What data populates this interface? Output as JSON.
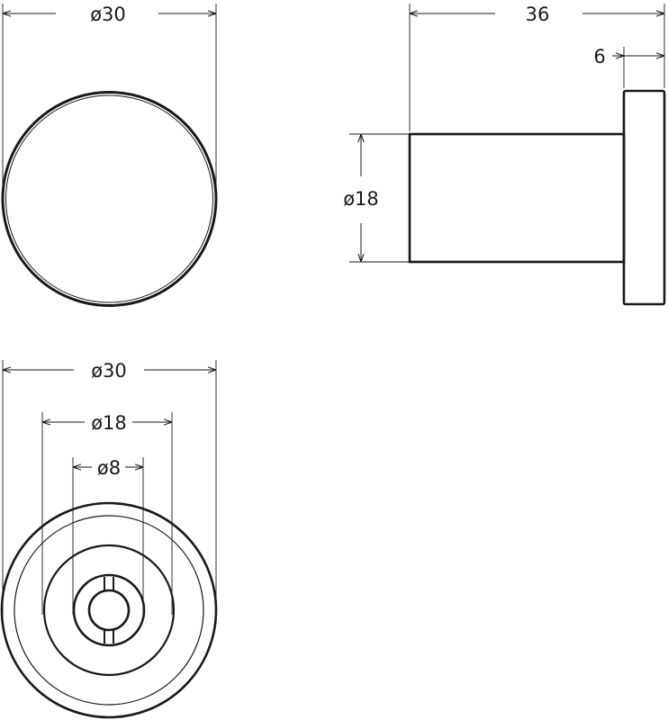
{
  "front_view": {
    "dia_label": "ø30"
  },
  "side_view": {
    "length_label": "36",
    "rosette_label": "6",
    "stem_dia_label": "ø18"
  },
  "rear_view": {
    "outer_dia_label": "ø30",
    "middle_dia_label": "ø18",
    "inner_dia_label": "ø8"
  },
  "colors": {
    "stroke": "#1a1a1a",
    "background": "#ffffff"
  }
}
